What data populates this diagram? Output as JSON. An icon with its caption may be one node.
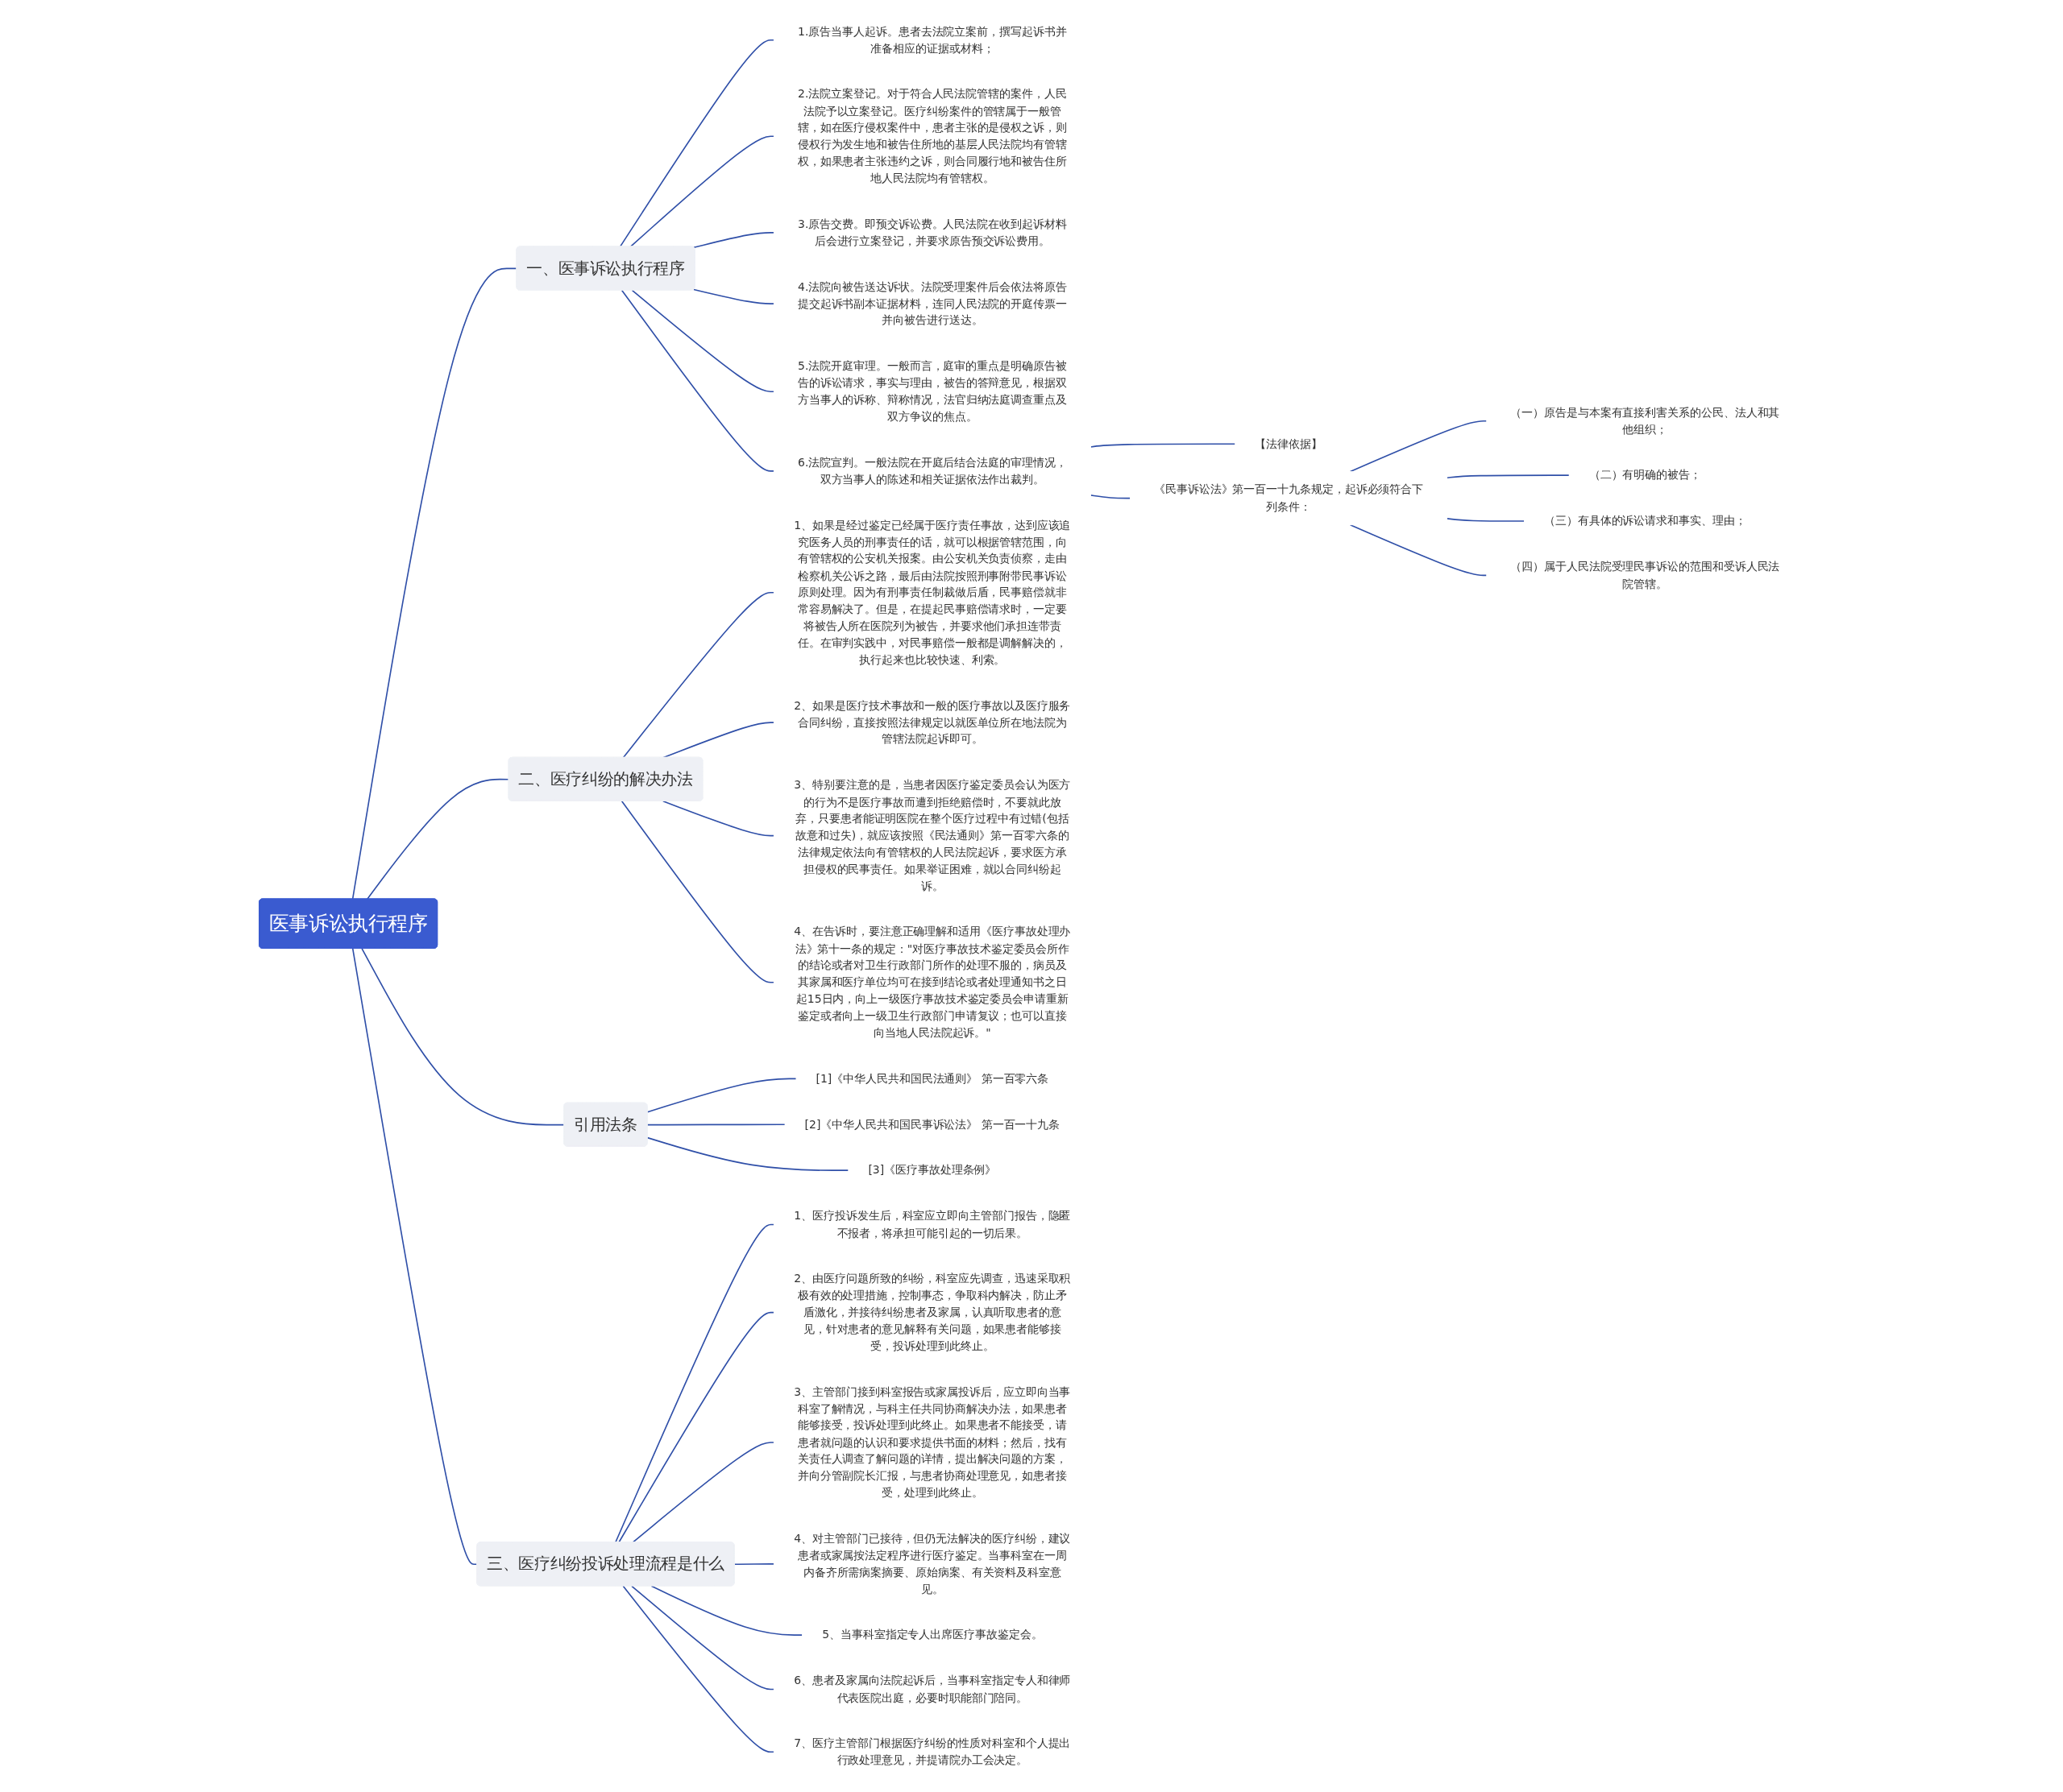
{
  "diagram": {
    "nodes": [
      {
        "text": [
          "医事诉讼执行程序"
        ]
      },
      {
        "text": [
          "一、医事诉讼执行程序"
        ]
      },
      {
        "text": [
          "1.原告当事人起诉。患者去法院立案前，撰写起诉书并准备相应的证据或材料；"
        ]
      },
      {
        "text": [
          "2.法院立案登记。对于符合人民法院管辖的案件，人民法院予以立案登记。医疗纠纷案件的管辖属于一般管辖，如在医疗侵权案件中，患者主张的是侵权之诉，则侵权行为发生地和被告住所地的基层人民法院均有管辖权，如果患者主张违约之诉，则合同履行地和被告住所地人民法院均有管辖权。"
        ]
      },
      {
        "text": [
          "3.原告交费。即预交诉讼费。人民法院在收到起诉材料后会进行立案登记，并要求原告预交诉讼费用。"
        ]
      },
      {
        "text": [
          "4.法院向被告送达诉状。法院受理案件后会依法将原告提交起诉书副本证据材料，连同人民法院的开庭传票一并向被告进行送达。"
        ]
      },
      {
        "text": [
          "5.法院开庭审理。一般而言，庭审的重点是明确原告被告的诉讼请求，事实与理由，被告的答辩意见，根据双方当事人的诉称、辩称情况，法官归纳法庭调查重点及双方争议的焦点。"
        ]
      },
      {
        "text": [
          "6.法院宣判。一般法院在开庭后结合法庭的审理情况，双方当事人的陈述和相关证据依法作出裁判。"
        ]
      },
      {
        "text": [
          "【法律依据】"
        ]
      },
      {
        "text": [
          "《民事诉讼法》第一百一十九条规定，起诉必须符合下列条件："
        ]
      },
      {
        "text": [
          "（一）原告是与本案有直接利害关系的公民、法人和其他组织；"
        ]
      },
      {
        "text": [
          "（二）有明确的被告；"
        ]
      },
      {
        "text": [
          "（三）有具体的诉讼请求和事实、理由；"
        ]
      },
      {
        "text": [
          "（四）属于人民法院受理民事诉讼的范围和受诉人民法院管辖。"
        ]
      },
      {
        "text": [
          "二、医疗纠纷的解决办法"
        ]
      },
      {
        "text": [
          "1、如果是经过鉴定已经属于医疗责任事故，达到应该追究医务人员的刑事责任的话，就可以根据管辖范围，向有管辖权的公安机关报案。由公安机关负责侦察，走由检察机关公诉之路，最后由法院按照刑事附带民事诉讼原则处理。因为有刑事责任制裁做后盾，民事赔偿就非常容易解决了。但是，在提起民事赔偿请求时，一定要将被告人所在医院列为被告，并要求他们承担连带责任。在审判实践中，对民事赔偿一般都是调解解决的，执行起来也比较快速、利索。"
        ]
      },
      {
        "text": [
          "2、如果是医疗技术事故和一般的医疗事故以及医疗服务合同纠纷，直接按照法律规定以就医单位所在地法院为管辖法院起诉即可。"
        ]
      },
      {
        "text": [
          "3、特别要注意的是，当患者因医疗鉴定委员会认为医方的行为不是医疗事故而遭到拒绝赔偿时，不要就此放弃，只要患者能证明医院在整个医疗过程中有过错(包括故意和过失)，就应该按照《民法通则》第一百零六条的法律规定依法向有管辖权的人民法院起诉，要求医方承担侵权的民事责任。如果举证困难，就以合同纠纷起诉。"
        ]
      },
      {
        "text": [
          "4、在告诉时，要注意正确理解和适用《医疗事故处理办法》第十一条的规定：\"对医疗事故技术鉴定委员会所作的结论或者对卫生行政部门所作的处理不服的，病员及其家属和医疗单位均可在接到结论或者处理通知书之日起15日内，向上一级医疗事故技术鉴定委员会申请重新鉴定或者向上一级卫生行政部门申请复议；也可以直接向当地人民法院起诉。\""
        ]
      },
      {
        "text": [
          "引用法条"
        ]
      },
      {
        "text": [
          "[1]《中华人民共和国民法通则》 第一百零六条"
        ]
      },
      {
        "text": [
          "[2]《中华人民共和国民事诉讼法》 第一百一十九条"
        ]
      },
      {
        "text": [
          "[3]《医疗事故处理条例》"
        ]
      },
      {
        "text": [
          "三、医疗纠纷投诉处理流程是什么"
        ]
      },
      {
        "text": [
          "1、医疗投诉发生后，科室应立即向主管部门报告，隐匿不报者，将承担可能引起的一切后果。"
        ]
      },
      {
        "text": [
          "2、由医疗问题所致的纠纷，科室应先调查，迅速采取积极有效的处理措施，控制事态，争取科内解决，防止矛盾激化，并接待纠纷患者及家属，认真听取患者的意见，针对患者的意见解释有关问题，如果患者能够接受，投诉处理到此终止。"
        ]
      },
      {
        "text": [
          "3、主管部门接到科室报告或家属投诉后，应立即向当事科室了解情况，与科主任共同协商解决办法，如果患者能够接受，投诉处理到此终止。如果患者不能接受，请患者就问题的认识和要求提供书面的材料；然后，找有关责任人调查了解问题的详情，提出解决问题的方案，并向分管副院长汇报，与患者协商处理意见，如患者接受，处理到此终止。"
        ]
      },
      {
        "text": [
          "4、对主管部门已接待，但仍无法解决的医疗纠纷，建议患者或家属按法定程序进行医疗鉴定。当事科室在一周内备齐所需病案摘要、原始病案、有关资料及科室意见。"
        ]
      },
      {
        "text": [
          "5、当事科室指定专人出席医疗事故鉴定会。"
        ]
      },
      {
        "text": [
          "6、患者及家属向法院起诉后，当事科室指定专人和律师代表医院出庭，必要时职能部门陪同。"
        ]
      },
      {
        "text": [
          "7、医疗主管部门根据医疗纠纷的性质对科室和个人提出行政处理意见，并提请院办工会决定。"
        ]
      }
    ],
    "edges": [
      {
        "from": 0,
        "to": 1,
        "arrow": "none"
      },
      {
        "from": 1,
        "to": 2,
        "arrow": "none"
      },
      {
        "from": 1,
        "to": 3,
        "arrow": "none"
      },
      {
        "from": 1,
        "to": 4,
        "arrow": "none"
      },
      {
        "from": 1,
        "to": 5,
        "arrow": "none"
      },
      {
        "from": 1,
        "to": 6,
        "arrow": "none"
      },
      {
        "from": 1,
        "to": 7,
        "arrow": "none"
      },
      {
        "from": 7,
        "to": 8,
        "arrow": "none"
      },
      {
        "from": 7,
        "to": 9,
        "arrow": "none"
      },
      {
        "from": 9,
        "to": 10,
        "arrow": "none"
      },
      {
        "from": 9,
        "to": 11,
        "arrow": "none"
      },
      {
        "from": 9,
        "to": 12,
        "arrow": "none"
      },
      {
        "from": 9,
        "to": 13,
        "arrow": "none"
      },
      {
        "from": 0,
        "to": 14,
        "arrow": "none"
      },
      {
        "from": 14,
        "to": 15,
        "arrow": "none"
      },
      {
        "from": 14,
        "to": 16,
        "arrow": "none"
      },
      {
        "from": 14,
        "to": 17,
        "arrow": "none"
      },
      {
        "from": 14,
        "to": 18,
        "arrow": "none"
      },
      {
        "from": 0,
        "to": 19,
        "arrow": "none"
      },
      {
        "from": 19,
        "to": 20,
        "arrow": "none"
      },
      {
        "from": 19,
        "to": 21,
        "arrow": "none"
      },
      {
        "from": 19,
        "to": 22,
        "arrow": "none"
      },
      {
        "from": 0,
        "to": 23,
        "arrow": "none"
      },
      {
        "from": 23,
        "to": 24,
        "arrow": "none"
      },
      {
        "from": 23,
        "to": 25,
        "arrow": "none"
      },
      {
        "from": 23,
        "to": 26,
        "arrow": "none"
      },
      {
        "from": 23,
        "to": 27,
        "arrow": "none"
      },
      {
        "from": 23,
        "to": 28,
        "arrow": "none"
      },
      {
        "from": 23,
        "to": 29,
        "arrow": "none"
      },
      {
        "from": 23,
        "to": 30,
        "arrow": "none"
      }
    ]
  }
}
